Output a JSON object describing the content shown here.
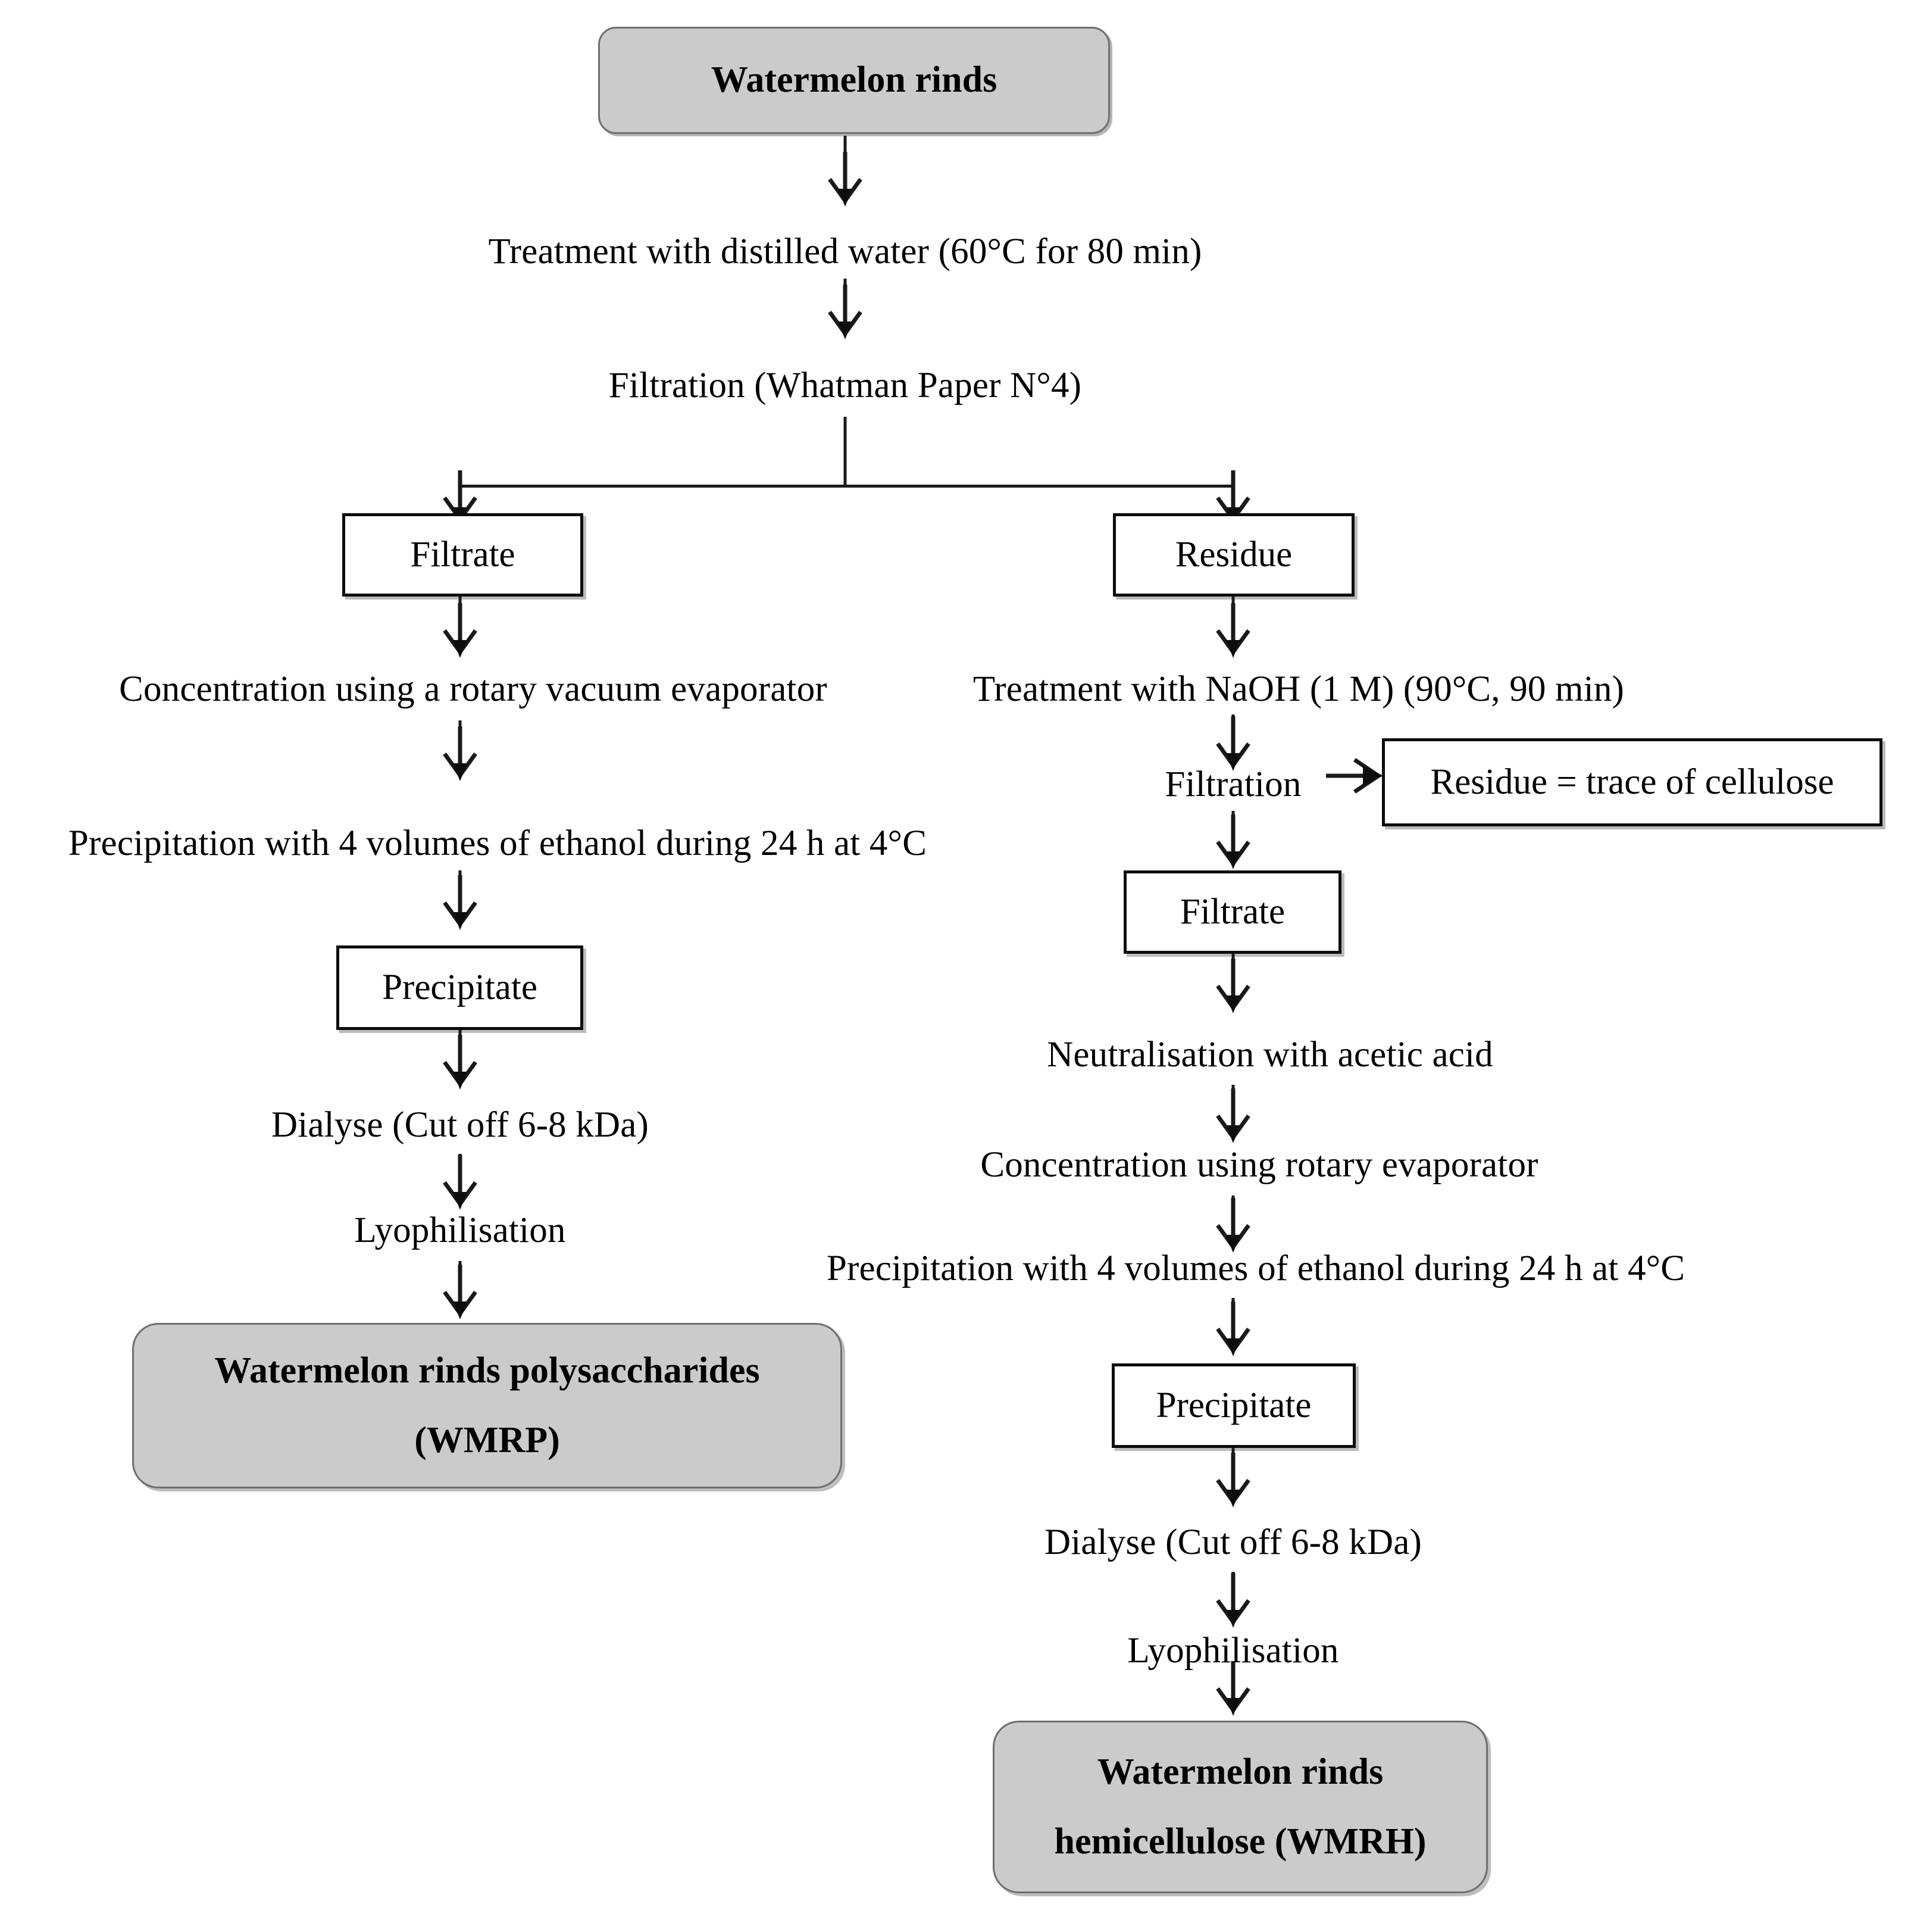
{
  "diagram": {
    "title": "Watermelon rinds polysaccharide and hemicellulose extraction flowchart",
    "colors": {
      "terminal_fill": "#cbcbcb",
      "terminal_border": "#6e6e6e",
      "box_fill": "#ffffff",
      "box_border": "#0d0d0d",
      "line": "#1a1a1a",
      "text": "#000000",
      "background": "#ffffff"
    },
    "start": {
      "label": "Watermelon rinds"
    },
    "common_steps": [
      {
        "label": "Treatment with distilled water (60°C for 80 min)"
      },
      {
        "label": "Filtration (Whatman Paper N°4)"
      }
    ],
    "branches": {
      "left": {
        "head": {
          "label": "Filtrate"
        },
        "steps": [
          {
            "label": "Concentration using a rotary vacuum evaporator"
          },
          {
            "label": "Precipitation with 4 volumes of ethanol during 24 h at 4°C"
          }
        ],
        "precipitate": {
          "label": "Precipitate"
        },
        "post_steps": [
          {
            "label": "Dialyse (Cut off 6-8 kDa)"
          },
          {
            "label": "Lyophilisation"
          }
        ],
        "product": {
          "line1": "Watermelon rinds polysaccharides",
          "line2": "(WMRP)"
        }
      },
      "right": {
        "head": {
          "label": "Residue"
        },
        "treatment": {
          "label": "Treatment with NaOH (1 M) (90°C, 90 min)"
        },
        "filtration": {
          "label": "Filtration"
        },
        "side_output": {
          "label": "Residue = trace of cellulose"
        },
        "filtrate": {
          "label": "Filtrate"
        },
        "steps": [
          {
            "label": "Neutralisation with acetic acid"
          },
          {
            "label": "Concentration using rotary evaporator"
          },
          {
            "label": "Precipitation with 4 volumes of ethanol during 24 h at 4°C"
          }
        ],
        "precipitate": {
          "label": "Precipitate"
        },
        "post_steps": [
          {
            "label": "Dialyse (Cut off 6-8 kDa)"
          },
          {
            "label": "Lyophilisation"
          }
        ],
        "product": {
          "line1": "Watermelon rinds",
          "line2": "hemicellulose (WMRH)"
        }
      }
    }
  }
}
